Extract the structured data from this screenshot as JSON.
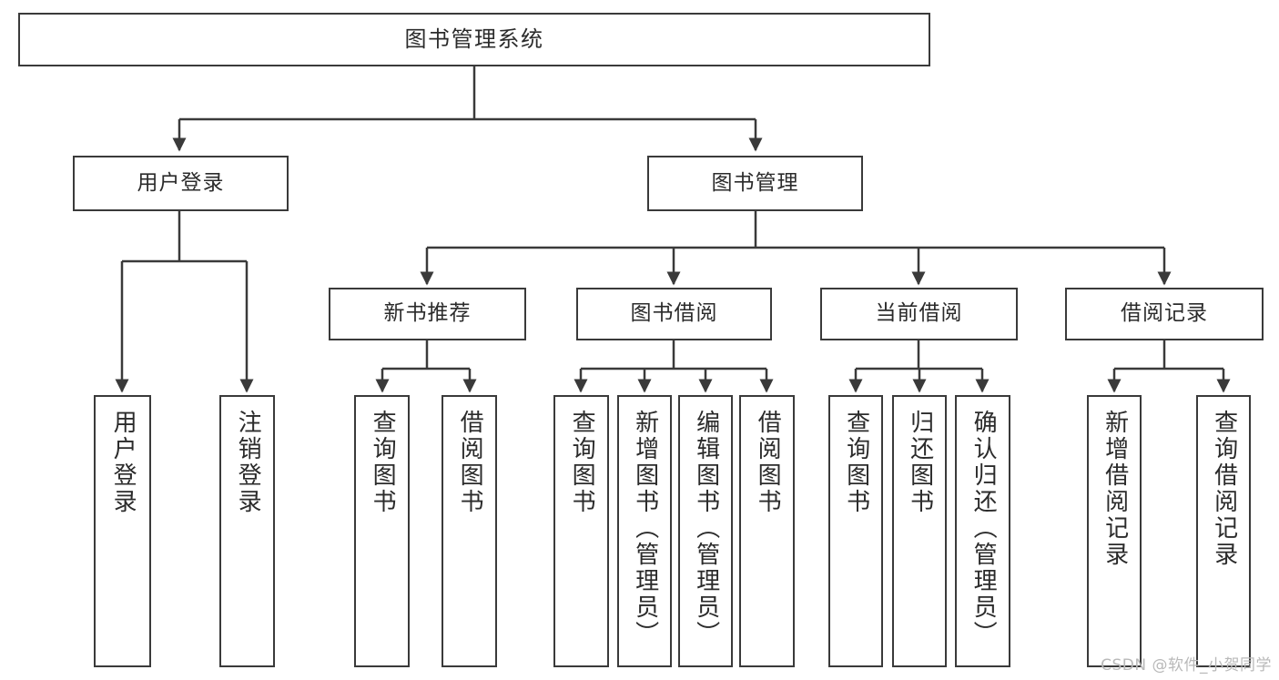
{
  "diagram": {
    "title": "图书管理系统",
    "type": "tree",
    "watermark": "CSDN @软件_小贺同学",
    "colors": {
      "background": "#ffffff",
      "box_border": "#3a3a3a",
      "box_fill": "#ffffff",
      "text": "#2b2b2b",
      "edge": "#3a3a3a",
      "watermark": "#b9b9b9"
    },
    "nodes": {
      "root": {
        "label": "图书管理系统"
      },
      "level2": [
        {
          "label": "用户登录"
        },
        {
          "label": "图书管理"
        }
      ],
      "level3": [
        {
          "label": "新书推荐"
        },
        {
          "label": "图书借阅"
        },
        {
          "label": "当前借阅"
        },
        {
          "label": "借阅记录"
        }
      ],
      "leaves": {
        "user_login": [
          {
            "label": "用户登录"
          },
          {
            "label": "注销登录"
          }
        ],
        "new_book_recommend": [
          {
            "label": "查询图书"
          },
          {
            "label": "借阅图书"
          }
        ],
        "book_borrow": [
          {
            "label": "查询图书"
          },
          {
            "label": "新增图书（管理员）"
          },
          {
            "label": "编辑图书（管理员）"
          },
          {
            "label": "借阅图书"
          }
        ],
        "current_borrow": [
          {
            "label": "查询图书"
          },
          {
            "label": "归还图书"
          },
          {
            "label": "确认归还（管理员）"
          }
        ],
        "borrow_record": [
          {
            "label": "新增借阅记录"
          },
          {
            "label": "查询借阅记录"
          }
        ]
      }
    }
  }
}
